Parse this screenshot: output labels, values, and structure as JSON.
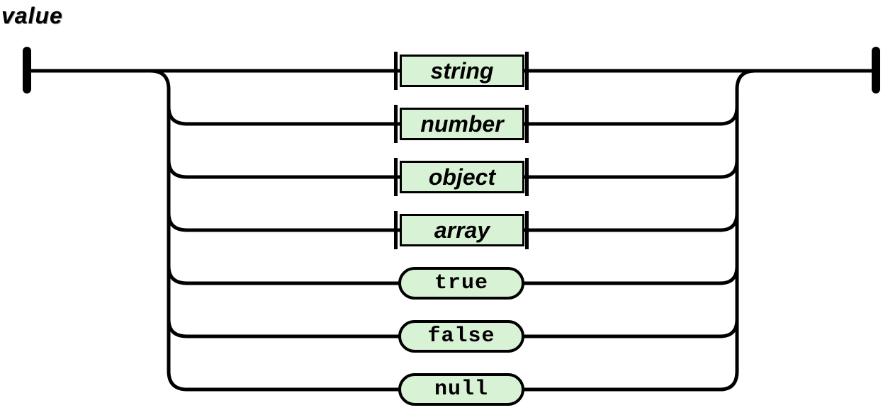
{
  "title": "value",
  "diagram": {
    "type": "railroad-syntax-diagram",
    "rule_name": "value",
    "alternatives": [
      {
        "label": "string",
        "kind": "nonterminal",
        "shape": "rectangle"
      },
      {
        "label": "number",
        "kind": "nonterminal",
        "shape": "rectangle"
      },
      {
        "label": "object",
        "kind": "nonterminal",
        "shape": "rectangle"
      },
      {
        "label": "array",
        "kind": "nonterminal",
        "shape": "rectangle"
      },
      {
        "label": "true",
        "kind": "terminal",
        "shape": "pill"
      },
      {
        "label": "false",
        "kind": "terminal",
        "shape": "pill"
      },
      {
        "label": "null",
        "kind": "terminal",
        "shape": "pill"
      }
    ],
    "colors": {
      "node_fill": "#d8f2d5",
      "line": "#000000",
      "background": "#ffffff"
    }
  }
}
